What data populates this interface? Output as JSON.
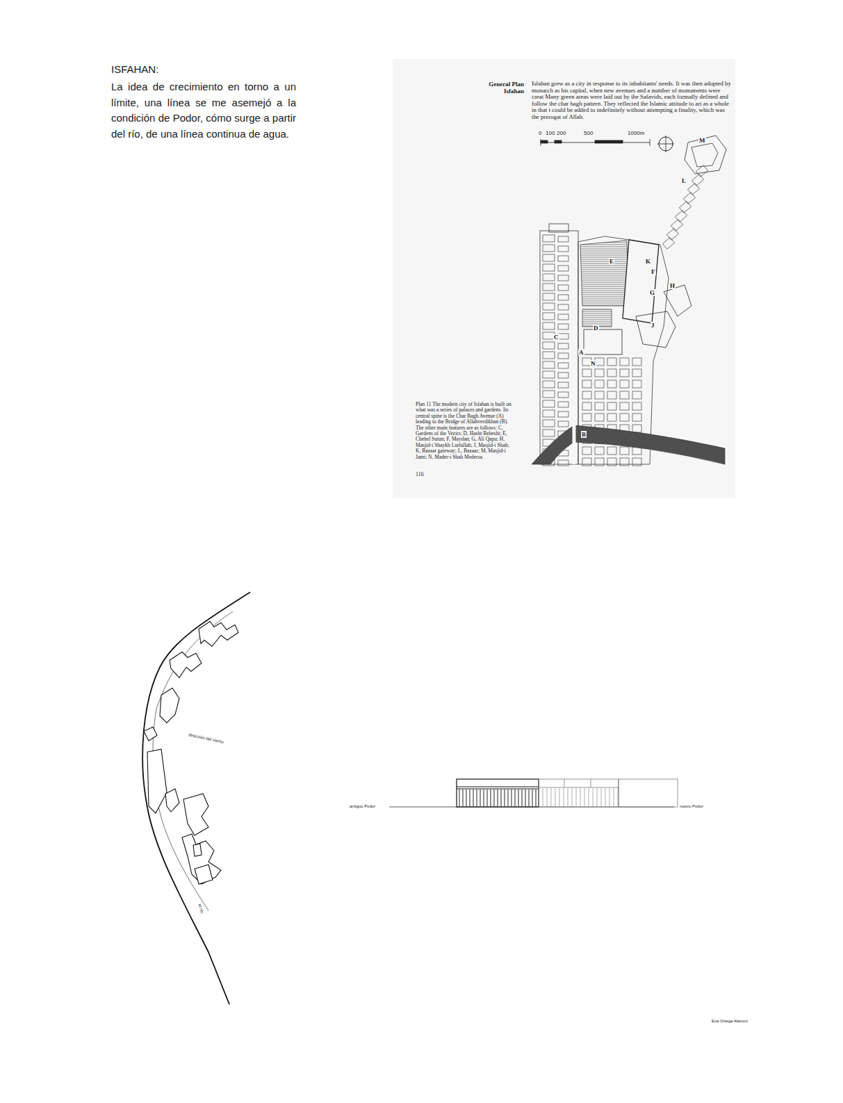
{
  "diagram": {
    "title": "ISFAHAN:",
    "labels": [
      "La idea de crecimiento en torno a un límite, una línea se me asemejó a la condición de Podor, cómo surge a partir del río, de una línea continua de agua.",
      "General Plan Isfahan",
      "Isfahan grew as a city in response to its inhabitants' needs. It was then adopted by monarch as his capital, when new avenues and a number of monuments were creat Many green areas were laid out by the Safavids, each formally defined and follow the char bagh pattern. They reflected the Islamic attitude to art as a whole in that t could be added to indefinitely without attempting a finality, which was the prerogat of Allah.",
      "0",
      "100",
      "200",
      "500",
      "1000m",
      "M",
      "L",
      "K",
      "F",
      "H",
      "G",
      "E",
      "J",
      "D",
      "C",
      "A",
      "N",
      "B",
      "Plan 11 The modern city of Isfahan is built on what was a series of palaces and gardens. Its central spine is the Char Bagh Avenue (A) leading to the Bridge of Allahverdikhan (B). The other main features are as follows: C, Gardens of the Vezirs; D, Hasht Behesht; E, Chehel Sutun; F, Maydan; G, Ali Qapu; H, Masjid-i Shaykh Lutfullah; J, Masjid-i Shah; K, Bazaar gateway; L, Bazaar; M, Masjid-i Jami; N, Mader-i Shah Medersa.",
      "116",
      "dirección del viento",
      "el río",
      "antiguo Podor",
      "nuevo Podor",
      "Eva Ortega Alarcon"
    ]
  }
}
